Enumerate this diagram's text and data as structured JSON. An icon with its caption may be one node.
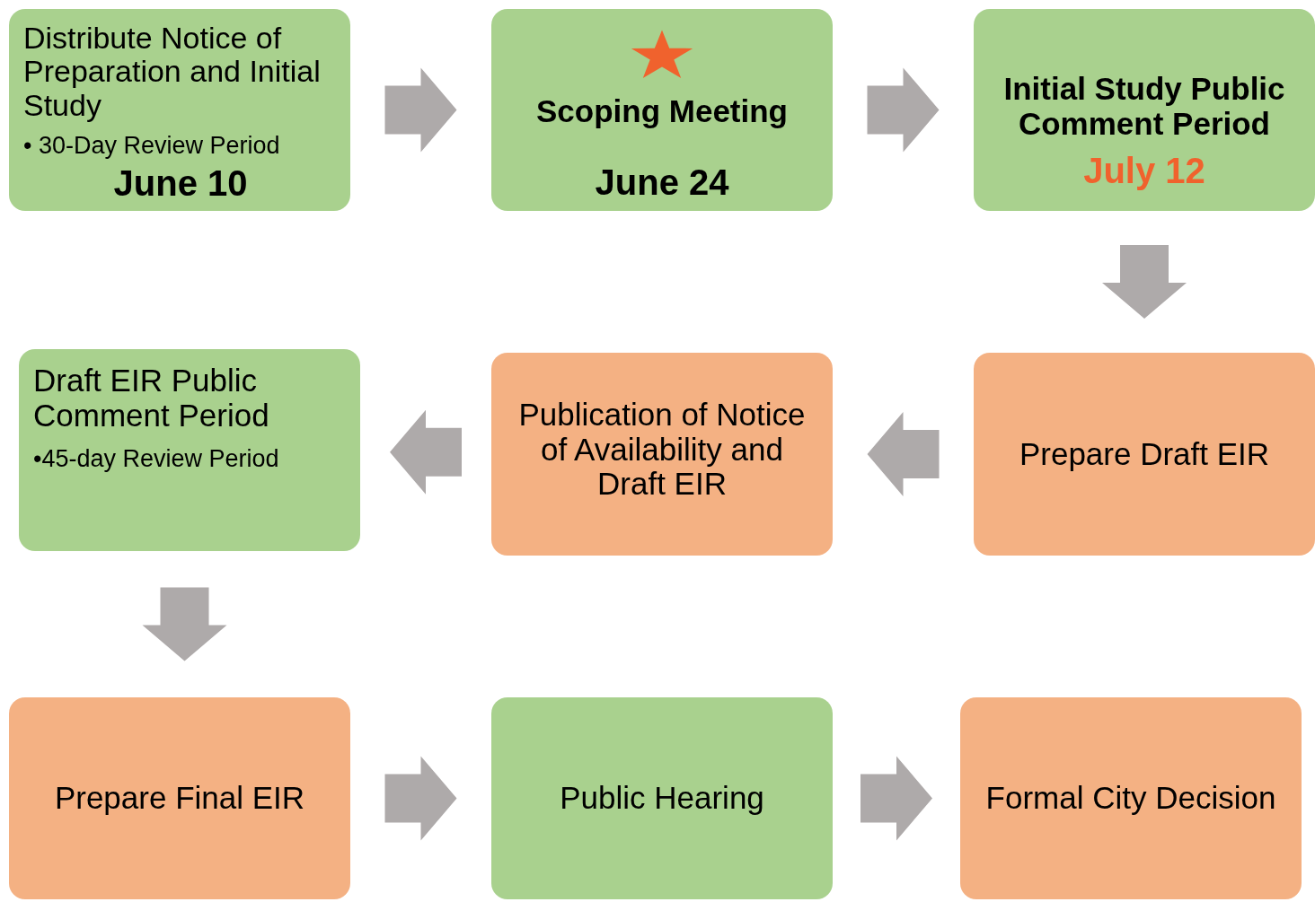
{
  "diagram": {
    "nodes": [
      {
        "text": [
          "Distribute Notice of Preparation and Initial Study",
          "• 30-Day Review Period",
          "June 10"
        ]
      },
      {
        "text": [
          "Scoping Meeting",
          "June 24"
        ]
      },
      {
        "text": [
          "Initial Study Public Comment Period",
          "July 12"
        ]
      },
      {
        "text": [
          "Prepare Draft EIR"
        ]
      },
      {
        "text": [
          "Publication of Notice of Availability and Draft EIR"
        ]
      },
      {
        "text": [
          "Draft EIR Public Comment Period",
          "•45-day Review Period"
        ]
      },
      {
        "text": [
          "Prepare Final EIR"
        ]
      },
      {
        "text": [
          "Public Hearing"
        ]
      },
      {
        "text": [
          "Formal City Decision"
        ]
      }
    ],
    "edges": [
      {
        "from": 0,
        "to": 1,
        "arrow": "to"
      },
      {
        "from": 1,
        "to": 2,
        "arrow": "to"
      },
      {
        "from": 2,
        "to": 3,
        "arrow": "to"
      },
      {
        "from": 3,
        "to": 4,
        "arrow": "to"
      },
      {
        "from": 4,
        "to": 5,
        "arrow": "to"
      },
      {
        "from": 5,
        "to": 6,
        "arrow": "to"
      },
      {
        "from": 6,
        "to": 7,
        "arrow": "to"
      },
      {
        "from": 7,
        "to": 8,
        "arrow": "to"
      }
    ]
  }
}
